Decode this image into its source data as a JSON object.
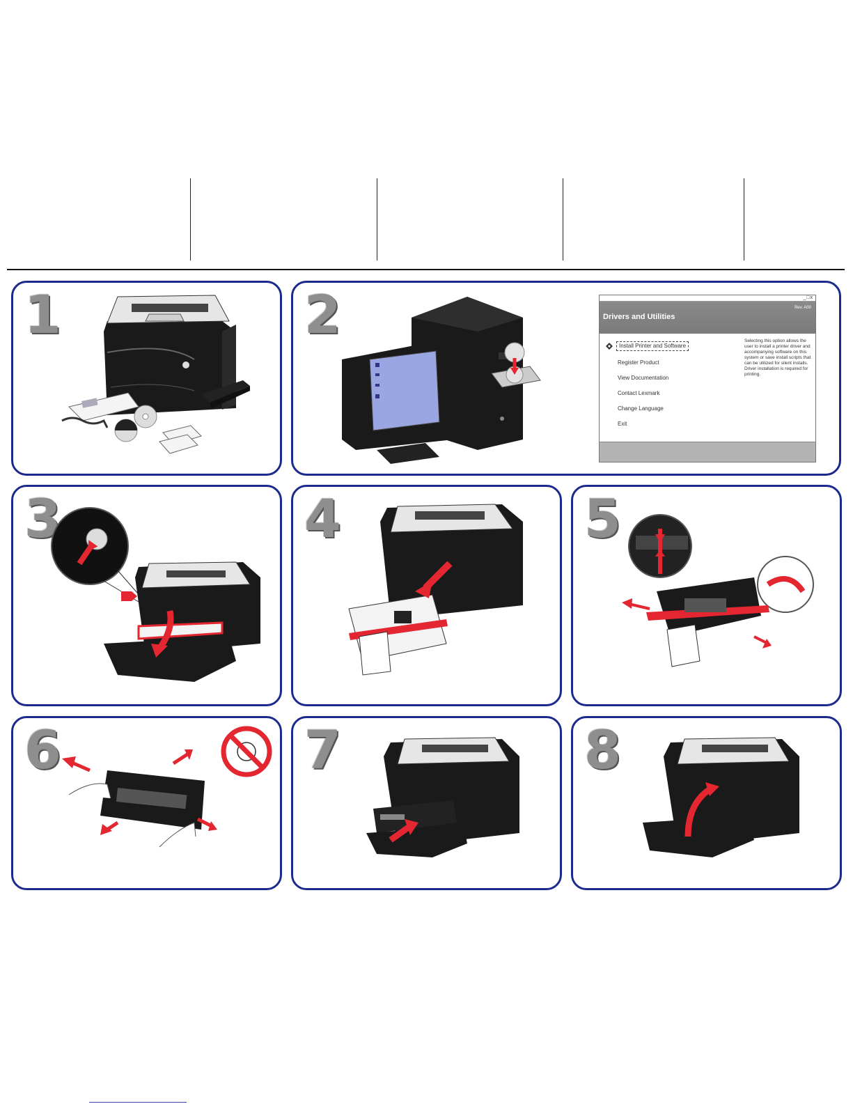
{
  "steps": [
    {
      "number": "1"
    },
    {
      "number": "2"
    },
    {
      "number": "3"
    },
    {
      "number": "4"
    },
    {
      "number": "5"
    },
    {
      "number": "6"
    },
    {
      "number": "7"
    },
    {
      "number": "8"
    }
  ],
  "installer": {
    "window_title": "Drivers and Utilities",
    "revision": "Rev. A00",
    "window_buttons": "_□x",
    "menu_items": [
      "Install Printer and Software",
      "Register Product",
      "View Documentation",
      "Contact Lexmark",
      "Change Language",
      "Exit"
    ],
    "description": "Selecting this option allows the user to install a printer driver and accompanying software on this system or save install scripts that can be utilized for silent installs. Driver installation is required for printing."
  },
  "colors": {
    "panel_border": "#1b2a8c",
    "step_number": "#8e8e8e",
    "arrow_red": "#e3262f",
    "printer_dark": "#1a1a1a"
  },
  "icons": [
    "printer-illustration",
    "computer-illustration",
    "cd-icon",
    "no-light-icon",
    "red-arrow-icon"
  ]
}
